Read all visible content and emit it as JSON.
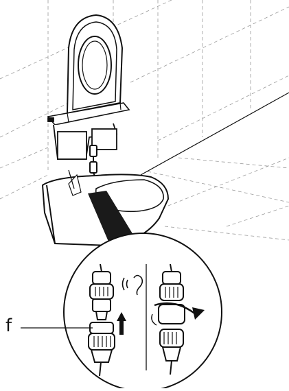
{
  "figure": {
    "callout": {
      "letter": "f"
    },
    "colors": {
      "ink": "#111111",
      "dashed_grid": "#9a9a9a",
      "background": "#ffffff"
    },
    "icons": [
      "toilet-seat-lid-icon",
      "toilet-bowl-icon",
      "connector-plug-icon",
      "up-arrow-icon",
      "hearing-click-icon",
      "rotate-arrow-icon"
    ],
    "steps": [
      {
        "name": "insert-connector",
        "direction": "up"
      },
      {
        "name": "twist-to-lock",
        "direction": "clockwise"
      }
    ]
  }
}
